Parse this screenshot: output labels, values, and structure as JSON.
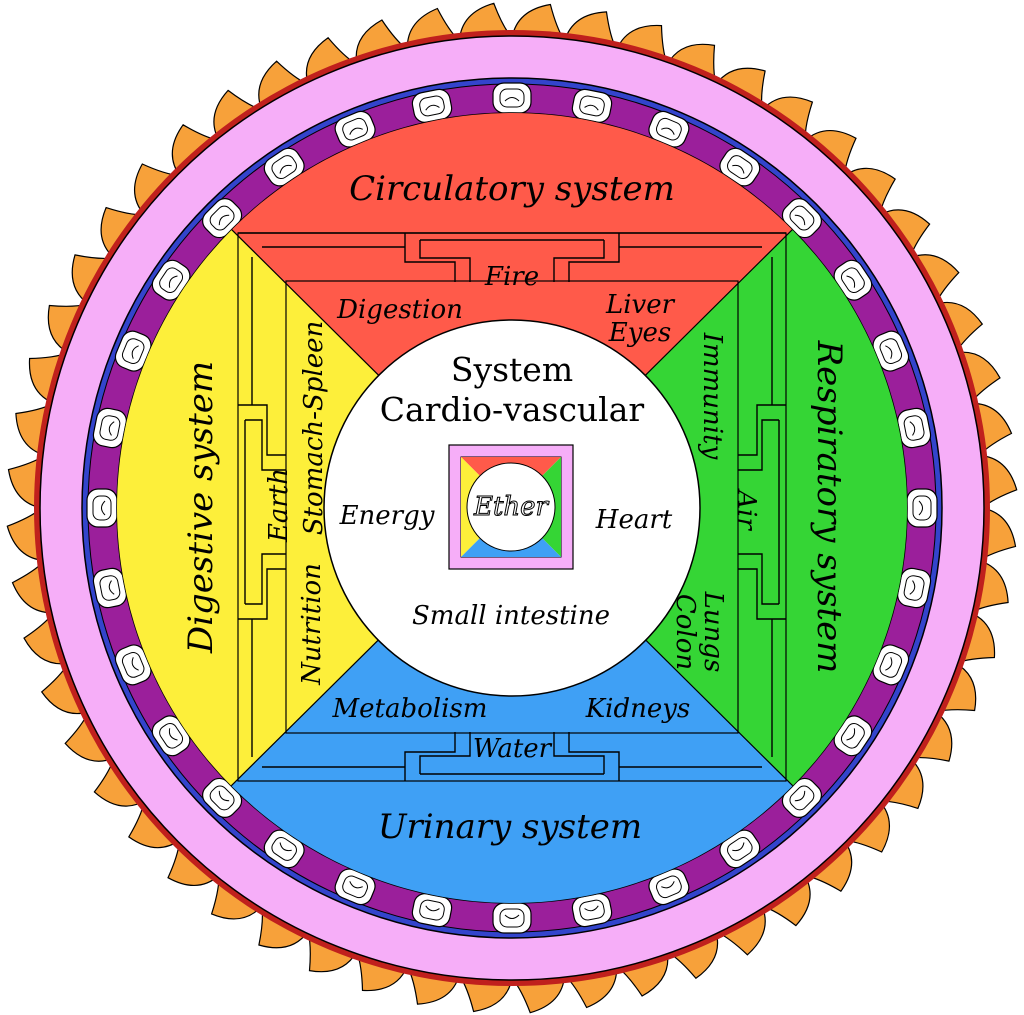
{
  "colors": {
    "fire": "#ff5a4a",
    "earth": "#fdef3a",
    "air": "#35d535",
    "water": "#3fa0f5",
    "flames": "#f7a13a",
    "pink": "#f6aef8",
    "purple": "#9b1f9b",
    "blue_ring": "#3344cc",
    "red_ring": "#c0201d"
  },
  "quadrants": {
    "top": {
      "system": "Circulatory system",
      "element": "Fire",
      "left": "Digestion",
      "right_line1": "Liver",
      "right_line2": "Eyes"
    },
    "left": {
      "system": "Digestive system",
      "element": "Earth",
      "upper": "Stomach-Spleen",
      "lower": "Nutrition"
    },
    "right": {
      "system": "Respiratory system",
      "element": "Air",
      "upper": "Immunity",
      "lower_line1": "Lungs",
      "lower_line2": "Colon"
    },
    "bottom": {
      "system": "Urinary system",
      "element": "Water",
      "left": "Metabolism",
      "right": "Kidneys"
    }
  },
  "center": {
    "title_line1": "System",
    "title_line2": "Cardio-vascular",
    "left": "Energy",
    "right": "Heart",
    "bottom": "Small intestine",
    "element": "Ether"
  }
}
